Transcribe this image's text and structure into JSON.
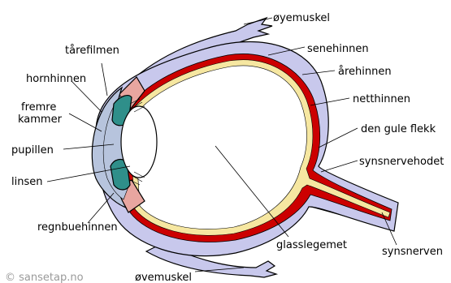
{
  "labels": {
    "oyemuskel_top": "øyemuskel",
    "senehinnen": "senehinnen",
    "arehinnen": "årehinnen",
    "netthinnen": "netthinnen",
    "gule_flekk": "den gule flekk",
    "synsnervehodet": "synsnervehodet",
    "synsnerven": "synsnerven",
    "glasslegemet": "glasslegemet",
    "oyemuskel_bottom": "øvemuskel",
    "tarefilmen": "tårefilmen",
    "hornhinnen": "hornhinnen",
    "fremre_kammer_1": "fremre",
    "fremre_kammer_2": "kammer",
    "pupillen": "pupillen",
    "linsen": "linsen",
    "regnbuehinnen": "regnbuehinnen"
  },
  "credit": "© sansetap.no",
  "colors": {
    "sclera": "#c8c8ec",
    "choroid": "#cc0000",
    "retina": "#f6e7a1",
    "vitreous": "#ffffff",
    "anterior_chamber": "#b7c4dd",
    "iris": "#2f8f8a",
    "ciliary": "#e8a6a0",
    "muscle": "#c8c8ec"
  }
}
